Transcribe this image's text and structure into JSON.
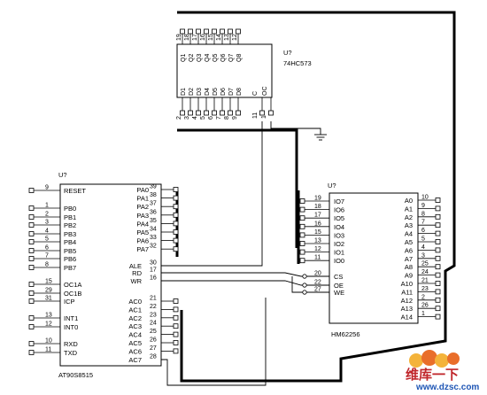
{
  "u573": {
    "ref": "U?",
    "part": "74HC573",
    "q_pins": [
      "19",
      "18",
      "17",
      "16",
      "15",
      "14",
      "13",
      "12"
    ],
    "q_names": [
      "Q1",
      "Q2",
      "Q3",
      "Q4",
      "Q5",
      "Q6",
      "Q7",
      "Q8"
    ],
    "d_pins": [
      "2",
      "3",
      "4",
      "5",
      "6",
      "7",
      "8",
      "9"
    ],
    "d_names": [
      "D1",
      "D2",
      "D3",
      "D4",
      "D5",
      "D6",
      "D7",
      "D8"
    ],
    "c_name": "C",
    "oc_name": "OC",
    "c_pin": "11",
    "oc_pin": "1"
  },
  "mcu": {
    "ref": "U?",
    "part": "AT90S8515",
    "left": [
      {
        "name": "RESET",
        "pin": "9"
      },
      {
        "name": "PB0",
        "pin": "1"
      },
      {
        "name": "PB1",
        "pin": "2"
      },
      {
        "name": "PB2",
        "pin": "3"
      },
      {
        "name": "PB3",
        "pin": "4"
      },
      {
        "name": "PB4",
        "pin": "5"
      },
      {
        "name": "PB5",
        "pin": "6"
      },
      {
        "name": "PB6",
        "pin": "7"
      },
      {
        "name": "PB7",
        "pin": "8"
      },
      {
        "name": "OC1A",
        "pin": "15"
      },
      {
        "name": "OC1B",
        "pin": "29"
      },
      {
        "name": "ICP",
        "pin": "31"
      },
      {
        "name": "INT1",
        "pin": "13"
      },
      {
        "name": "INT0",
        "pin": "12"
      },
      {
        "name": "RXD",
        "pin": "10"
      },
      {
        "name": "TXD",
        "pin": "11"
      }
    ],
    "pa": [
      {
        "name": "PA0",
        "pin": "39"
      },
      {
        "name": "PA1",
        "pin": "38"
      },
      {
        "name": "PA2",
        "pin": "37"
      },
      {
        "name": "PA3",
        "pin": "36"
      },
      {
        "name": "PA4",
        "pin": "35"
      },
      {
        "name": "PA5",
        "pin": "34"
      },
      {
        "name": "PA6",
        "pin": "33"
      },
      {
        "name": "PA7",
        "pin": "32"
      }
    ],
    "ctrl": [
      {
        "name": "ALE",
        "pin": "30"
      },
      {
        "name": "RD",
        "pin": "17"
      },
      {
        "name": "WR",
        "pin": "16"
      }
    ],
    "ac": [
      {
        "name": "AC0",
        "pin": "21"
      },
      {
        "name": "AC1",
        "pin": "22"
      },
      {
        "name": "AC2",
        "pin": "23"
      },
      {
        "name": "AC3",
        "pin": "24"
      },
      {
        "name": "AC4",
        "pin": "25"
      },
      {
        "name": "AC5",
        "pin": "26"
      },
      {
        "name": "AC6",
        "pin": "27"
      },
      {
        "name": "AC7",
        "pin": "28"
      }
    ]
  },
  "ram": {
    "ref": "U?",
    "part": "HM62256",
    "io": [
      {
        "name": "IO7",
        "pin": "19"
      },
      {
        "name": "IO6",
        "pin": "18"
      },
      {
        "name": "IO5",
        "pin": "17"
      },
      {
        "name": "IO4",
        "pin": "16"
      },
      {
        "name": "IO3",
        "pin": "15"
      },
      {
        "name": "IO2",
        "pin": "13"
      },
      {
        "name": "IO1",
        "pin": "12"
      },
      {
        "name": "IO0",
        "pin": "11"
      }
    ],
    "ctrl": [
      {
        "name": "CS",
        "pin": "20"
      },
      {
        "name": "OE",
        "pin": "22"
      },
      {
        "name": "WE",
        "pin": "27"
      }
    ],
    "addr": [
      {
        "name": "A0",
        "pin": "10"
      },
      {
        "name": "A1",
        "pin": "9"
      },
      {
        "name": "A2",
        "pin": "8"
      },
      {
        "name": "A3",
        "pin": "7"
      },
      {
        "name": "A4",
        "pin": "6"
      },
      {
        "name": "A5",
        "pin": "5"
      },
      {
        "name": "A6",
        "pin": "4"
      },
      {
        "name": "A7",
        "pin": "3"
      },
      {
        "name": "A8",
        "pin": "25"
      },
      {
        "name": "A9",
        "pin": "24"
      },
      {
        "name": "A10",
        "pin": "21"
      },
      {
        "name": "A11",
        "pin": "23"
      },
      {
        "name": "A12",
        "pin": "2"
      },
      {
        "name": "A13",
        "pin": "26"
      },
      {
        "name": "A14",
        "pin": "1"
      }
    ]
  },
  "watermark": {
    "text_cn": "维库一下",
    "url": "www.dzsc.com",
    "accent": "#c0262b",
    "url_color": "#1f56b5"
  }
}
